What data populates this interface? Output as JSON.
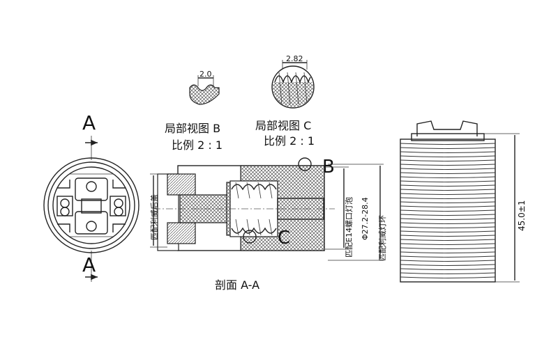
{
  "section_marks": {
    "top": "A",
    "bottom": "A"
  },
  "detail_b": {
    "title": "局部视图 B",
    "scale": "比例 2 : 1",
    "dimension": "2.0"
  },
  "detail_c": {
    "title": "局部视图 C",
    "scale": "比例 2 : 1",
    "dimension": "2.82"
  },
  "section_view": {
    "caption": "剖面 A-A",
    "callout_b": "B",
    "callout_c": "C",
    "note_rear_cover": "匹配利威后盖",
    "note_bulb": "匹配E14螺口灯泡",
    "diameter_dim": "Φ27.2-28.4",
    "note_lamp_ring": "匹配利威灯环"
  },
  "side_view": {
    "height_dim": "45.0±1"
  },
  "colors": {
    "line": "#222222",
    "background": "#ffffff"
  }
}
